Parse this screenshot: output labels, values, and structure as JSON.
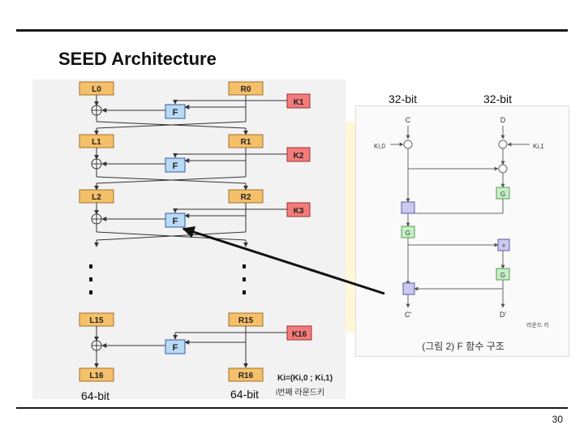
{
  "slide": {
    "title": "SEED Architecture",
    "page_number": "30",
    "label_64_left": "64-bit",
    "label_64_right": "64-bit",
    "label_32_left": "32-bit",
    "label_32_right": "32-bit"
  },
  "feistel": {
    "left_blocks": [
      "L0",
      "L1",
      "L2",
      "L15",
      "L16"
    ],
    "right_blocks": [
      "R0",
      "R1",
      "R2",
      "R15",
      "R16"
    ],
    "keys": [
      "K1",
      "K2",
      "K3",
      "K16"
    ],
    "f_label": "F",
    "key_formula": "Ki=(Ki,0 ; Ki,1)",
    "key_caption": "i번째 라운드키",
    "colors": {
      "block_fill": "#f5c06a",
      "key_fill": "#f37b7b",
      "f_fill": "#b9d9f5",
      "panel_bg": "#f3f2f2"
    }
  },
  "f_function": {
    "inputs": [
      "C",
      "D"
    ],
    "outputs": [
      "C'",
      "D'"
    ],
    "keys": [
      "Ki,0",
      "Ki,1"
    ],
    "g_label": "G",
    "legend": "라운드 키",
    "caption": "(그림 2) F 함수 구조",
    "colors": {
      "g_fill": "#c6efc6",
      "add_fill": "#c9c9f2"
    }
  }
}
